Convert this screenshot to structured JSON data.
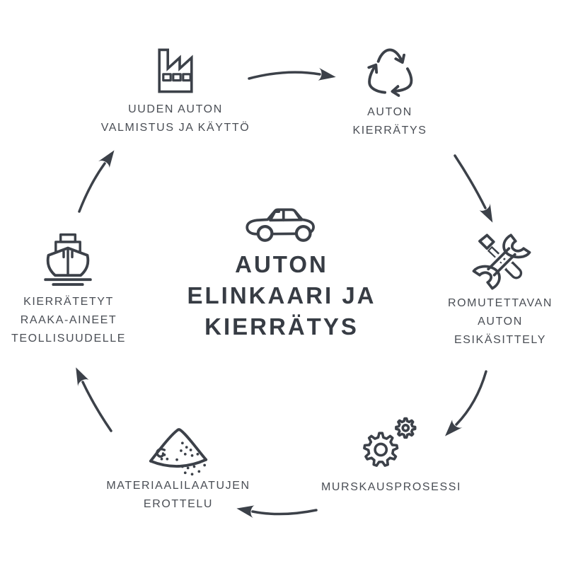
{
  "diagram": {
    "title_lines": [
      "AUTON",
      "ELINKAARI JA",
      "KIERRÄTYS"
    ],
    "center_icon": "car-icon",
    "flow_direction": "clockwise",
    "nodes": [
      {
        "id": "manufacture",
        "icon": "factory-icon",
        "label_lines": [
          "UUDEN AUTON",
          "VALMISTUS JA KÄYTTÖ"
        ]
      },
      {
        "id": "recycling",
        "icon": "recycle-icon",
        "label_lines": [
          "AUTON",
          "KIERRÄTYS"
        ]
      },
      {
        "id": "pretreatment",
        "icon": "tools-icon",
        "label_lines": [
          "ROMUTETTAVAN",
          "AUTON",
          "ESIKÄSITTELY"
        ]
      },
      {
        "id": "crushing",
        "icon": "gears-icon",
        "label_lines": [
          "MURSKAUSPROSESSI"
        ]
      },
      {
        "id": "separation",
        "icon": "material-pile-icon",
        "label_lines": [
          "MATERIAALILAATUJEN",
          "EROTTELU"
        ]
      },
      {
        "id": "raw-materials",
        "icon": "ship-icon",
        "label_lines": [
          "KIERRÄTETYT",
          "RAAKA-AINEET",
          "TEOLLISUUDELLE"
        ]
      }
    ],
    "colors": {
      "ink": "#3c4149",
      "label_text": "#4a4e55",
      "title_text": "#373c44",
      "background": "#ffffff"
    }
  }
}
